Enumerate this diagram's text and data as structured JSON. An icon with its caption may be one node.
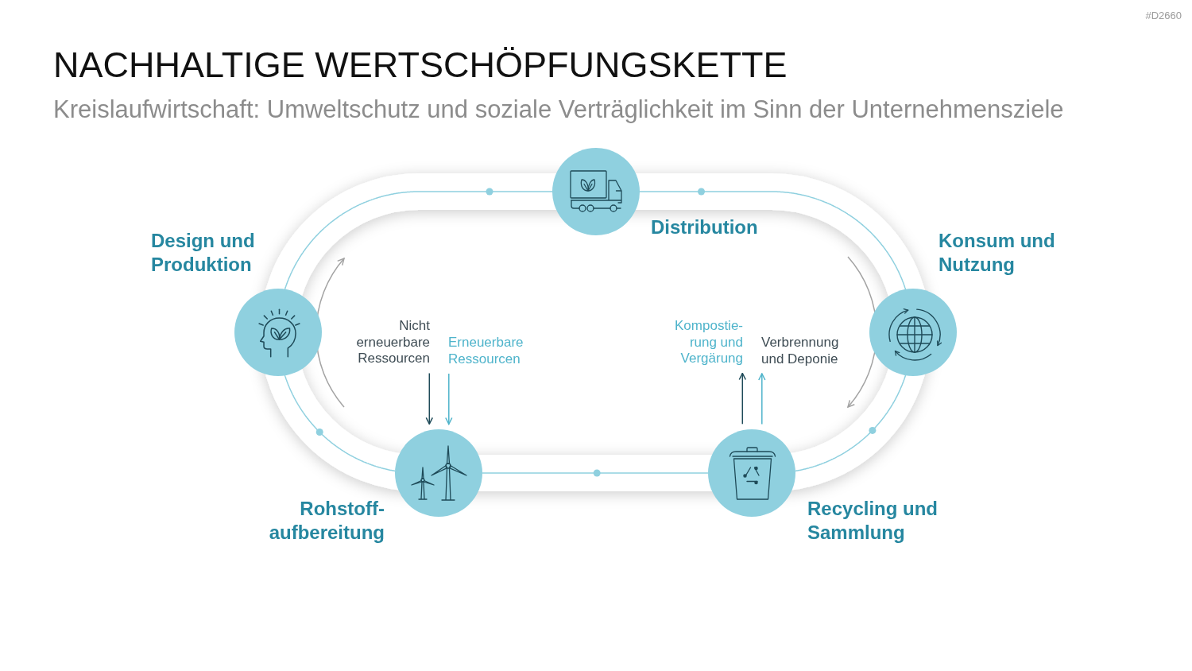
{
  "diagram": {
    "title": "NACHHALTIGE WERTSCHÖPFUNGSKETTE",
    "nodes": [
      {
        "text": [
          "Design und Produktion"
        ]
      },
      {
        "text": [
          "Distribution"
        ]
      },
      {
        "text": [
          "Konsum und Nutzung"
        ]
      },
      {
        "text": [
          "Nicht erneuerbare Ressourcen"
        ]
      },
      {
        "text": [
          "Erneuerbare Ressourcen"
        ]
      },
      {
        "text": [
          "Kompostie- rung und Vergärung"
        ]
      },
      {
        "text": [
          "Verbrennung und Deponie"
        ]
      },
      {
        "text": [
          "Rohstoff- aufbereitung"
        ]
      },
      {
        "text": [
          "Recycling und Sammlung"
        ]
      }
    ],
    "edges": [
      {
        "from": 0,
        "to": 1,
        "arrow": "none"
      },
      {
        "from": 1,
        "to": 2,
        "arrow": "none"
      },
      {
        "from": 2,
        "to": 8,
        "arrow": "none"
      },
      {
        "from": 8,
        "to": 7,
        "arrow": "none"
      },
      {
        "from": 7,
        "to": 0,
        "arrow": "none"
      },
      {
        "from": 3,
        "to": 7,
        "arrow": "to",
        "color": "#1e4a58"
      },
      {
        "from": 4,
        "to": 7,
        "arrow": "to",
        "color": "#4fb4cb"
      },
      {
        "from": 8,
        "to": 5,
        "arrow": "to",
        "color": "#1e4a58"
      },
      {
        "from": 8,
        "to": 6,
        "arrow": "to",
        "color": "#4fb4cb"
      }
    ],
    "labels": [
      "#D2660",
      "Kreislaufwirtschaft: Umweltschutz und soziale Verträglichkeit im Sinn der Unternehmensziele"
    ]
  }
}
